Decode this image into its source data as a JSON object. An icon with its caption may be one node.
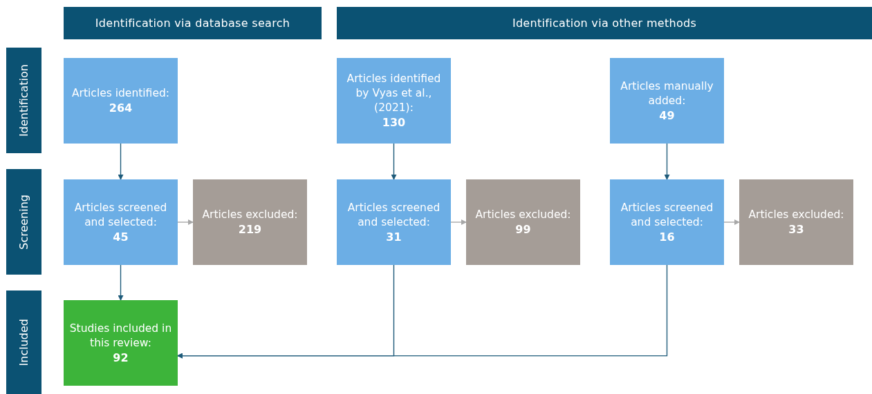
{
  "diagram": {
    "nodes": [
      {
        "text": [
          "Identification via database search"
        ]
      },
      {
        "text": [
          "Identification via other methods"
        ]
      },
      {
        "text": [
          "Identification"
        ]
      },
      {
        "text": [
          "Screening"
        ]
      },
      {
        "text": [
          "Included"
        ]
      },
      {
        "text": [
          "Articles identified:",
          "264"
        ]
      },
      {
        "text": [
          "Articles identified by Vyas et al., (2021):",
          "130"
        ]
      },
      {
        "text": [
          "Articles manually added:",
          "49"
        ]
      },
      {
        "text": [
          "Articles screened and selected:",
          "45"
        ]
      },
      {
        "text": [
          "Articles excluded:",
          "219"
        ]
      },
      {
        "text": [
          "Articles screened and selected:",
          "31"
        ]
      },
      {
        "text": [
          "Articles excluded:",
          "99"
        ]
      },
      {
        "text": [
          "Articles screened and selected:",
          "16"
        ]
      },
      {
        "text": [
          "Articles excluded:",
          "33"
        ]
      },
      {
        "text": [
          "Studies included in this review:",
          "92"
        ]
      }
    ],
    "edges": [
      {
        "from": 5,
        "to": 8,
        "arrow": "to"
      },
      {
        "from": 6,
        "to": 10,
        "arrow": "to"
      },
      {
        "from": 7,
        "to": 12,
        "arrow": "to"
      },
      {
        "from": 8,
        "to": 9,
        "arrow": "to",
        "color": "#a8a8a8"
      },
      {
        "from": 10,
        "to": 11,
        "arrow": "to",
        "color": "#a8a8a8"
      },
      {
        "from": 12,
        "to": 13,
        "arrow": "to",
        "color": "#a8a8a8"
      },
      {
        "from": 8,
        "to": 14,
        "arrow": "to"
      },
      {
        "from": 10,
        "to": 14,
        "arrow": "to"
      },
      {
        "from": 12,
        "to": 14,
        "arrow": "to"
      }
    ]
  }
}
